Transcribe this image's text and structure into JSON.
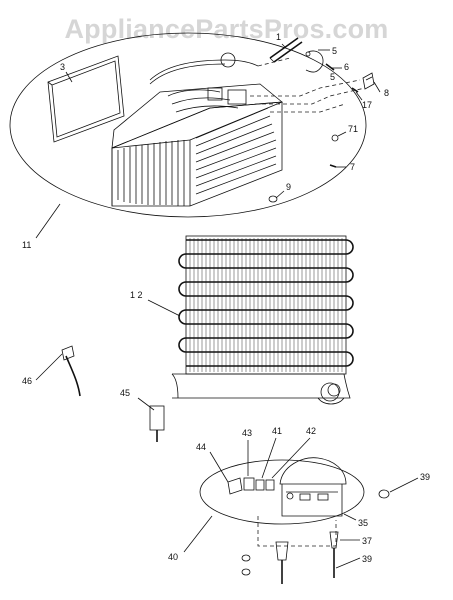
{
  "watermark": "AppliancePartsPros.com",
  "labels": {
    "l1": "1",
    "l3": "3",
    "l5a": "5",
    "l6": "6",
    "l5b": "5",
    "l17": "17",
    "l8": "8",
    "l71": "71",
    "l7": "7",
    "l9": "9",
    "l11": "11",
    "l12": "1 2",
    "l46": "46",
    "l45": "45",
    "l44": "44",
    "l43": "43",
    "l41": "41",
    "l42": "42",
    "l39a": "39",
    "l35": "35",
    "l37": "37",
    "l39b": "39",
    "l40": "40"
  }
}
